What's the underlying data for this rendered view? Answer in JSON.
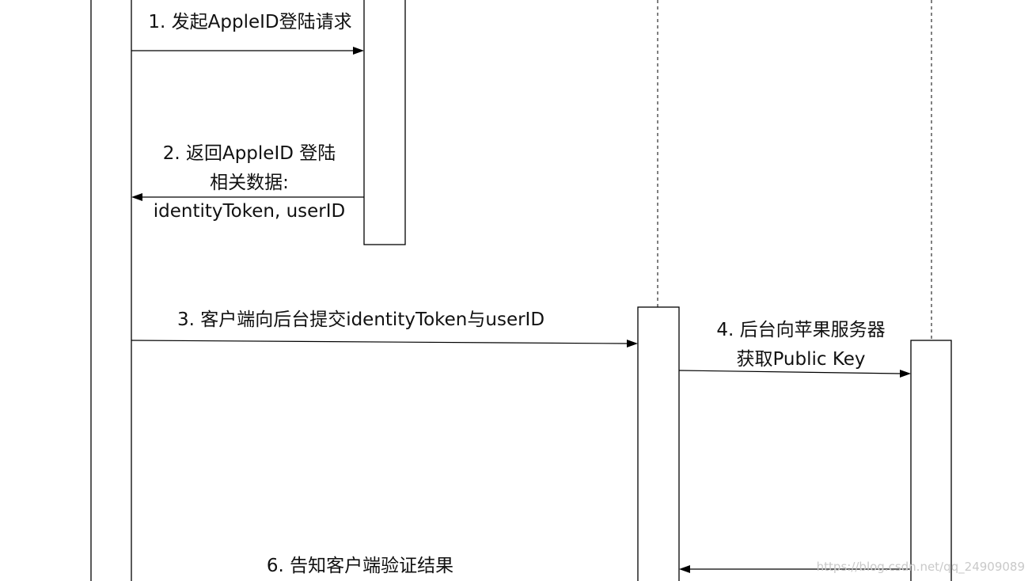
{
  "messages": {
    "m1": "1. 发起AppleID登陆请求",
    "m2_line1": "2. 返回AppleID 登陆",
    "m2_line2": "相关数据:",
    "m2_line3": "identityToken, userID",
    "m3": "3. 客户端向后台提交identityToken与userID",
    "m4_line1": "4. 后台向苹果服务器",
    "m4_line2": "获取Public Key",
    "m6": "6. 告知客户端验证结果"
  },
  "watermark": "https://blog.csdn.net/qq_24909089",
  "colors": {
    "line": "#000000",
    "background": "#ffffff",
    "watermark": "#c9c9c9"
  }
}
